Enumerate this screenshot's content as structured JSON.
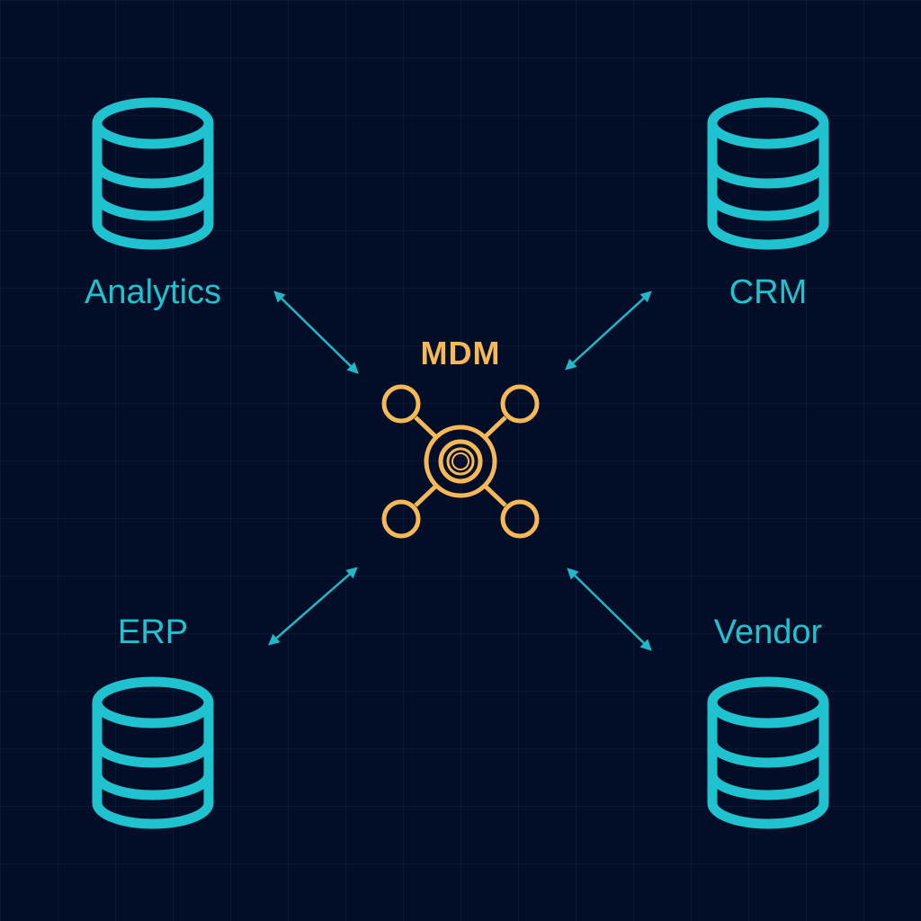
{
  "hub": {
    "label": "MDM",
    "icon": "network-hub-icon"
  },
  "systems": {
    "analytics": {
      "label": "Analytics",
      "icon": "database-icon"
    },
    "crm": {
      "label": "CRM",
      "icon": "database-icon"
    },
    "erp": {
      "label": "ERP",
      "icon": "database-icon"
    },
    "vendor": {
      "label": "Vendor",
      "icon": "database-icon"
    }
  },
  "connections": [
    {
      "from": "Analytics",
      "to": "MDM",
      "direction": "bidirectional"
    },
    {
      "from": "CRM",
      "to": "MDM",
      "direction": "bidirectional"
    },
    {
      "from": "ERP",
      "to": "MDM",
      "direction": "bidirectional"
    },
    {
      "from": "Vendor",
      "to": "MDM",
      "direction": "bidirectional"
    }
  ],
  "colors": {
    "background": "#020d28",
    "system": "#1fc3cf",
    "hub": "#f7b955",
    "arrow": "#1fb8c6"
  }
}
